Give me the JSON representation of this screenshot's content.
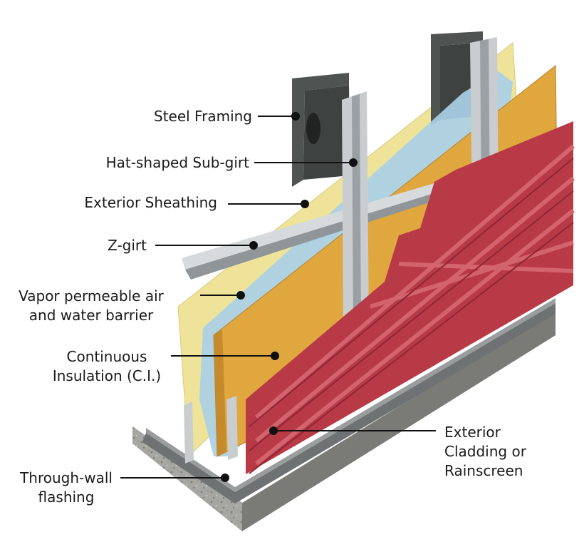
{
  "colors": {
    "steel": "#4f5453",
    "steel_dark": "#343837",
    "sheathing": "#efe39a",
    "barrier": "#a9cfe6",
    "insulation": "#e0a73e",
    "insulation_dark": "#c58a2c",
    "cladding": "#b93a47",
    "cladding_light": "#d3636c",
    "girt": "#c9cdd0",
    "girt_dark": "#8f9599",
    "concrete": "#a3a39f",
    "flashing": "#7b7e7f",
    "leader": "#111111"
  },
  "labels": {
    "steel_framing": "Steel Framing",
    "hat_subgirt": "Hat-shaped Sub-girt",
    "exterior_sheathing": "Exterior Sheathing",
    "zgirt": "Z-girt",
    "barrier_line1": "Vapor permeable air",
    "barrier_line2": "and water barrier",
    "ci_line1": "Continuous",
    "ci_line2": "Insulation (C.I.)",
    "cladding_line1": "Exterior",
    "cladding_line2": "Cladding or",
    "cladding_line3": "Rainscreen",
    "flashing_line1": "Through-wall",
    "flashing_line2": "flashing"
  }
}
